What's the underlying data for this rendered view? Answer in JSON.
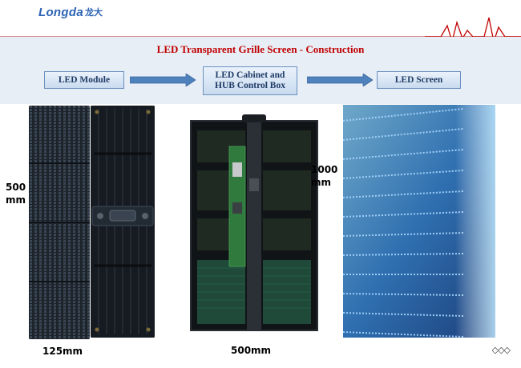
{
  "header": {
    "logo_latin": "Longda",
    "logo_cjk": "龙大",
    "accent_color": "#c00000",
    "brand_color": "#2b63b5"
  },
  "title": "LED Transparent Grille Screen  - Construction",
  "flow": {
    "step1": "LED Module",
    "step2_line1": "LED Cabinet and",
    "step2_line2": "HUB Control Box",
    "step3": "LED Screen"
  },
  "dimensions": {
    "module_height_value": "500",
    "module_height_unit": "mm",
    "cabinet_height_value": "1000",
    "cabinet_height_unit": "mm",
    "module_width": "125mm",
    "cabinet_width": "500mm"
  },
  "nav": {
    "glyph": "◇◇◇",
    "icon": "diamonds-nav-icon"
  }
}
